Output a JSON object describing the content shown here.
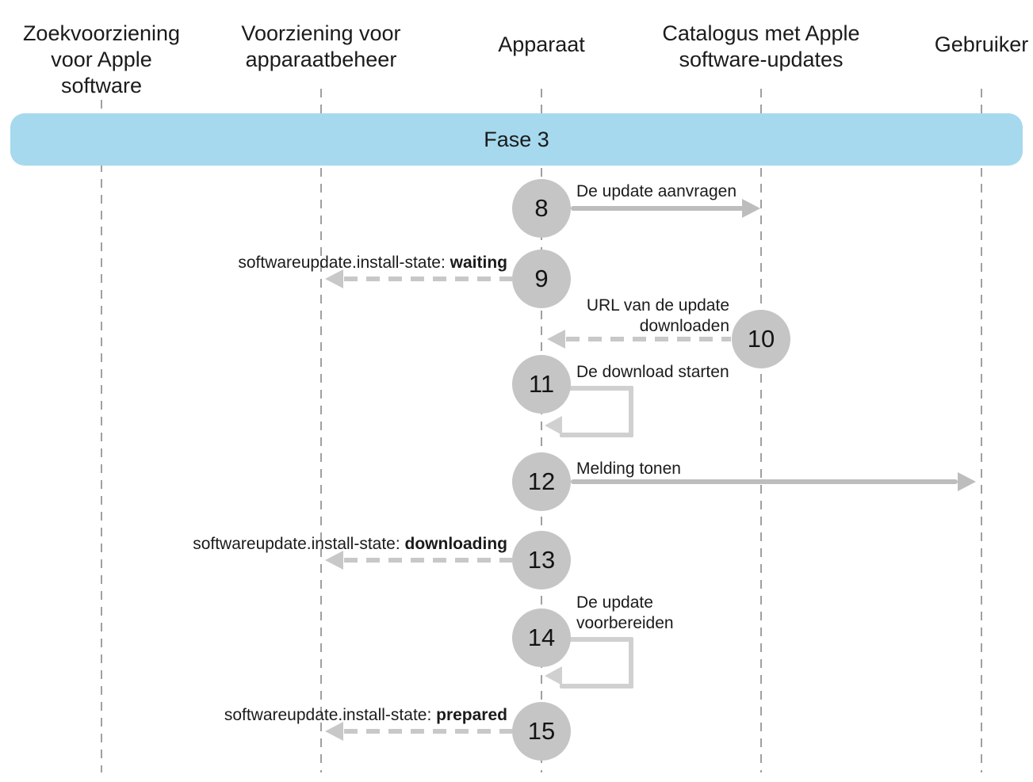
{
  "diagram": {
    "type": "sequence-diagram",
    "phase": {
      "label": "Fase 3"
    },
    "actors": [
      {
        "name": "zoekvoorziening-voor-apple-software",
        "lines": [
          "Zoekvoorziening",
          "voor Apple",
          "software"
        ]
      },
      {
        "name": "voorziening-voor-apparaatbeheer",
        "lines": [
          "Voorziening voor",
          "apparaatbeheer"
        ]
      },
      {
        "name": "apparaat",
        "lines": [
          "Apparaat"
        ]
      },
      {
        "name": "catalogus-met-apple-software-updates",
        "lines": [
          "Catalogus met Apple",
          "software-updates"
        ]
      },
      {
        "name": "gebruiker",
        "lines": [
          "Gebruiker"
        ]
      }
    ],
    "steps": [
      {
        "number": "8",
        "label": "De update aanvragen",
        "from": "apparaat",
        "to": "catalogus-met-apple-software-updates",
        "arrow": "solid-right"
      },
      {
        "number": "9",
        "label_prefix": "softwareupdate.install-state: ",
        "label_bold": "waiting",
        "from": "apparaat",
        "to": "voorziening-voor-apparaatbeheer",
        "arrow": "dashed-left"
      },
      {
        "number": "10",
        "label_lines": [
          "URL van de update",
          "downloaden"
        ],
        "from": "catalogus-met-apple-software-updates",
        "to": "apparaat",
        "arrow": "dashed-left"
      },
      {
        "number": "11",
        "label": "De download starten",
        "from": "apparaat",
        "to": "apparaat",
        "arrow": "self-loop"
      },
      {
        "number": "12",
        "label": "Melding tonen",
        "from": "apparaat",
        "to": "gebruiker",
        "arrow": "solid-right"
      },
      {
        "number": "13",
        "label_prefix": "softwareupdate.install-state: ",
        "label_bold": "downloading",
        "from": "apparaat",
        "to": "voorziening-voor-apparaatbeheer",
        "arrow": "dashed-left"
      },
      {
        "number": "14",
        "label_lines": [
          "De update",
          "voorbereiden"
        ],
        "from": "apparaat",
        "to": "apparaat",
        "arrow": "self-loop"
      },
      {
        "number": "15",
        "label_prefix": "softwareupdate.install-state: ",
        "label_bold": "prepared",
        "from": "apparaat",
        "to": "voorziening-voor-apparaatbeheer",
        "arrow": "dashed-left"
      }
    ],
    "colors": {
      "phase_band": "#a6d9ee",
      "circle_fill": "#c5c5c5",
      "solid_arrow": "#bdbdbd",
      "dashed_arrow": "#c8c8c8",
      "self_loop": "#d0d0d0",
      "lifeline": "#a0a0a0",
      "text": "#1b1b1b"
    }
  }
}
